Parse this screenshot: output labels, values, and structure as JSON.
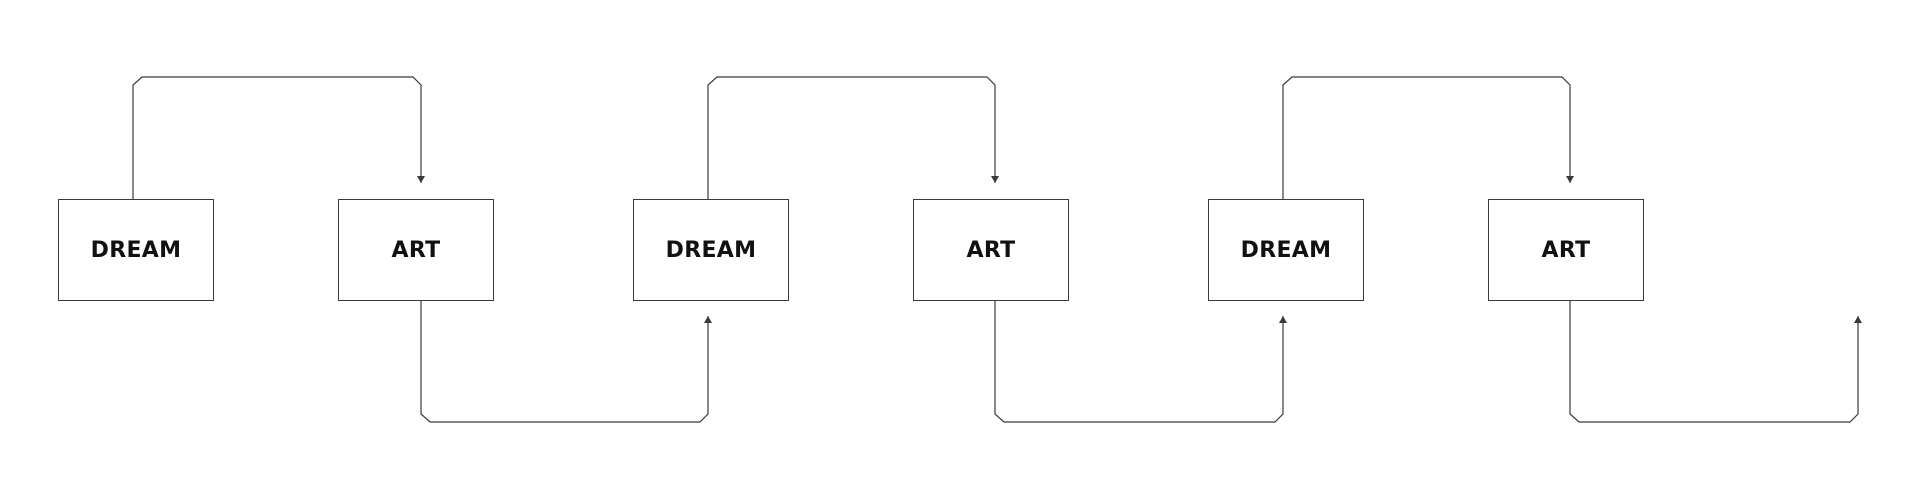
{
  "diagram": {
    "nodes": [
      {
        "id": "n1",
        "label": "DREAM"
      },
      {
        "id": "n2",
        "label": "ART"
      },
      {
        "id": "n3",
        "label": "DREAM"
      },
      {
        "id": "n4",
        "label": "ART"
      },
      {
        "id": "n5",
        "label": "DREAM"
      },
      {
        "id": "n6",
        "label": "ART"
      }
    ],
    "edges": [
      {
        "from": "n1",
        "to": "n2"
      },
      {
        "from": "n2",
        "to": "n3"
      },
      {
        "from": "n3",
        "to": "n4"
      },
      {
        "from": "n4",
        "to": "n5"
      },
      {
        "from": "n5",
        "to": "n6"
      },
      {
        "from": "n6",
        "to": null
      }
    ]
  },
  "colors": {
    "stroke": "#3a3a3a",
    "text": "#111111",
    "background": "#ffffff"
  }
}
